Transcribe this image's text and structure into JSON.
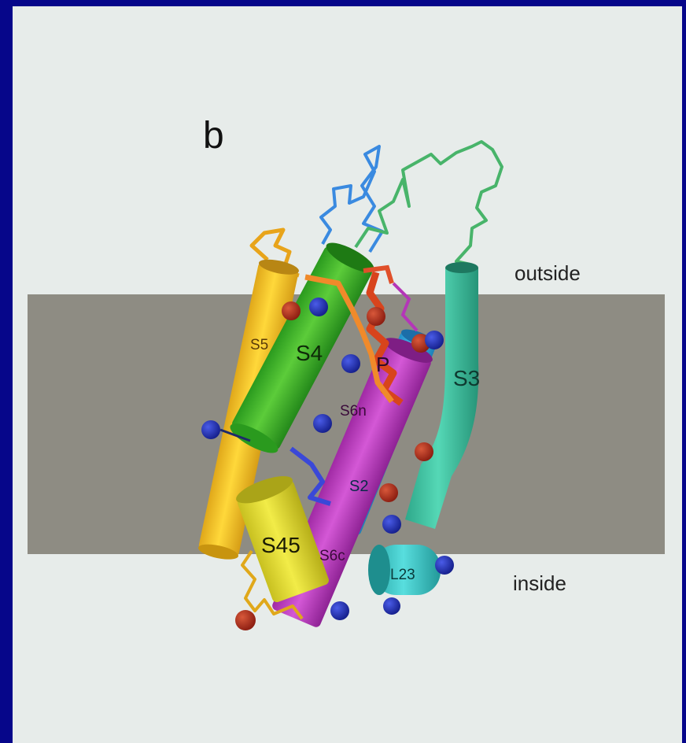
{
  "panel_label": "b",
  "regions": {
    "outside": "outside",
    "inside": "inside"
  },
  "helices": {
    "S5": "S5",
    "S4": "S4",
    "P": "P",
    "S3": "S3",
    "S6n": "S6n",
    "S2": "S2",
    "S45": "S45",
    "S6c": "S6c",
    "L23": "L23"
  },
  "colors": {
    "background_border": "#06068a",
    "canvas": "#e7ecea",
    "membrane": "#8e8c83",
    "S5": "#f2c224",
    "S4": "#3fb62c",
    "S3": "#3cc7a8",
    "S2": "#33aee2",
    "S6": "#c23cc2",
    "S45": "#e6e02c",
    "L23": "#3cc8c8",
    "P_loop": "#d8441c",
    "acidic_residue": "#a82a1c",
    "basic_residue": "#1e2ab8"
  }
}
